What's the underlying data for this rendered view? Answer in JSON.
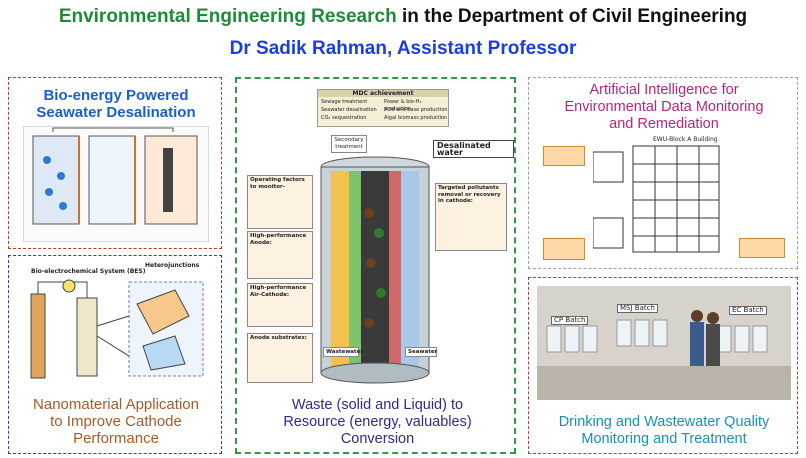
{
  "header": {
    "title_part1": "Environmental Engineering Research",
    "title_part2": " in the Department of Civil Engineering",
    "subtitle": "Dr Sadik Rahman, Assistant Professor"
  },
  "panels": {
    "bioenergy": {
      "title_line1": "Bio-energy Powered",
      "title_line2": "Seawater Desalination"
    },
    "nanomaterial": {
      "title_line1": "Nanomaterial Application",
      "title_line2": "to Improve Cathode",
      "title_line3": "Performance",
      "figure_title": "Bio-electrochemical System (BES)",
      "figure_label": "Heterojunctions"
    },
    "waste": {
      "title_line1": "Waste (solid and Liquid) to",
      "title_line2": "Resource (energy, valuables)",
      "title_line3": "Conversion",
      "mdc_header": "MDC achievement",
      "mdc_items": [
        "Sewage treatment",
        "Seawater desalination",
        "CO₂ sequestration",
        "Power & bio-H₂ production",
        "Acid and base production",
        "Algal biomass production"
      ],
      "desalinated_water": "Desalinated water",
      "secondary_treatment": "Secondary treatment",
      "wastewater": "Wastewater",
      "seawater": "Seawater",
      "operating_factors": "Operating factors to monitor-",
      "hp_anode": "High-performance Anode:",
      "hp_cathode": "High-performance Air-Cathode:",
      "anode_substrates": "Anode substrates:",
      "targeted_pollutants": "Targeted pollutants removal or recovery in cathode:"
    },
    "ai": {
      "title_line1": "Artificial Intelligence for",
      "title_line2": "Environmental Data Monitoring",
      "title_line3": "and Remediation",
      "figure_title": "EWU-Block A Building"
    },
    "drinking": {
      "title_line1": "Drinking and Wastewater Quality",
      "title_line2": "Monitoring and Treatment",
      "labels": [
        "CP Batch",
        "MSJ Batch",
        "EC Batch"
      ]
    }
  }
}
